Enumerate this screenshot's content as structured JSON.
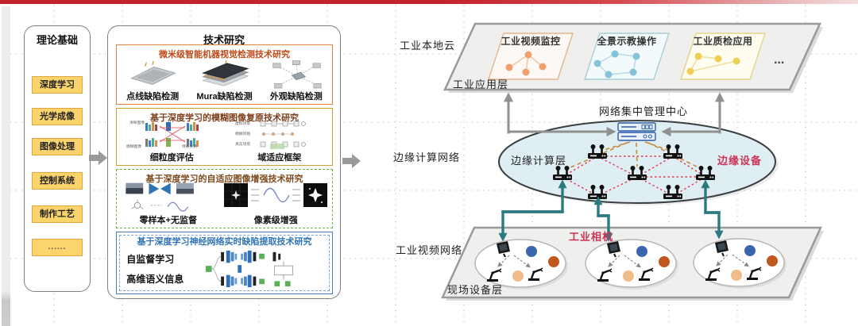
{
  "theory_panel": {
    "title": "理论基础",
    "items": [
      "深度学习",
      "光学成像",
      "图像处理",
      "控制系统",
      "制作工艺",
      "......"
    ]
  },
  "research_panel": {
    "title": "技术研究",
    "box1": {
      "title": "微米级智能机器视觉检测技术研究",
      "item1": "点线缺陷检测",
      "item2": "Mura缺陷检测",
      "item3": "外观缺陷检测"
    },
    "box2": {
      "title": "基于深度学习的模糊图像复原技术研究",
      "item1": "细粒度评估",
      "item2": "域适应框架",
      "mini": {
        "clear": "清晰图像",
        "blur": "模糊图像",
        "swap": "特征交换",
        "virtual": "虚拟场景",
        "style": "模糊风格",
        "real": "真实场景"
      }
    },
    "box3": {
      "title": "基于深度学习的自适应图像增强技术研究",
      "item1": "零样本+无监督",
      "item2": "像素级增强"
    },
    "box4": {
      "title": "基于深度学习神经网络实时缺陷提取技术研究",
      "item1": "自监督学习",
      "item2": "高维语义信息"
    }
  },
  "diagram": {
    "cloud_label": "工业本地云",
    "app_layer_label": "工业应用层",
    "apps": {
      "app1": "工业视频监控",
      "app2": "全景示教操作",
      "app3": "工业质检应用",
      "more": "..."
    },
    "mgmt_label": "网络集中管理中心",
    "edge_network_label": "边缘计算网络",
    "edge_layer_label": "边缘计算层",
    "edge_device_label": "边缘设备",
    "video_network_label": "工业视频网络",
    "camera_label": "工业相机",
    "field_layer_label": "现场设备层"
  },
  "colors": {
    "top_bar_red": "#c4232b",
    "highlight_red": "#cc3355",
    "teal_arrow": "#2b7a80",
    "mesh_red": "#e8374f",
    "ray_orange": "#c8873a",
    "card_orange_node": "#f0a070",
    "card_blue_node": "#85c3d8",
    "card_yellow_node": "#f0ce56",
    "item_yellow": "#fcd46c",
    "gray_arrow": "#909090"
  }
}
